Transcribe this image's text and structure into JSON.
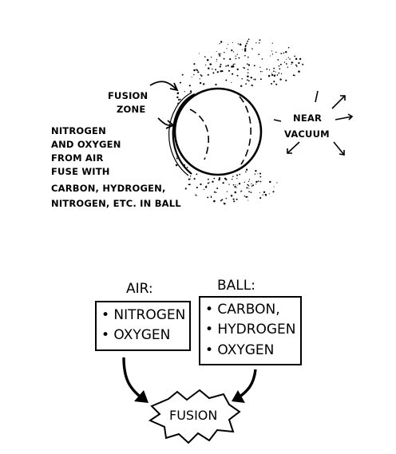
{
  "top_illustration": {
    "fusion_zone_label": [
      "FUSION",
      "ZONE"
    ],
    "near_vacuum_label": [
      "NEAR",
      "VACUUM"
    ],
    "description_lines": [
      "NITROGEN",
      "AND OXYGEN",
      "FROM AIR",
      "FUSE WITH",
      "CARBON, HYDROGEN,",
      "NITROGEN, ETC. IN BALL"
    ]
  },
  "flow_diagram": {
    "air": {
      "heading": "AIR:",
      "items": [
        "• NITROGEN",
        "• OXYGEN"
      ]
    },
    "ball": {
      "heading": "BALL:",
      "items": [
        "• CARBON,",
        "• HYDROGEN",
        "• OXYGEN"
      ]
    },
    "result_label": "FUSION"
  }
}
